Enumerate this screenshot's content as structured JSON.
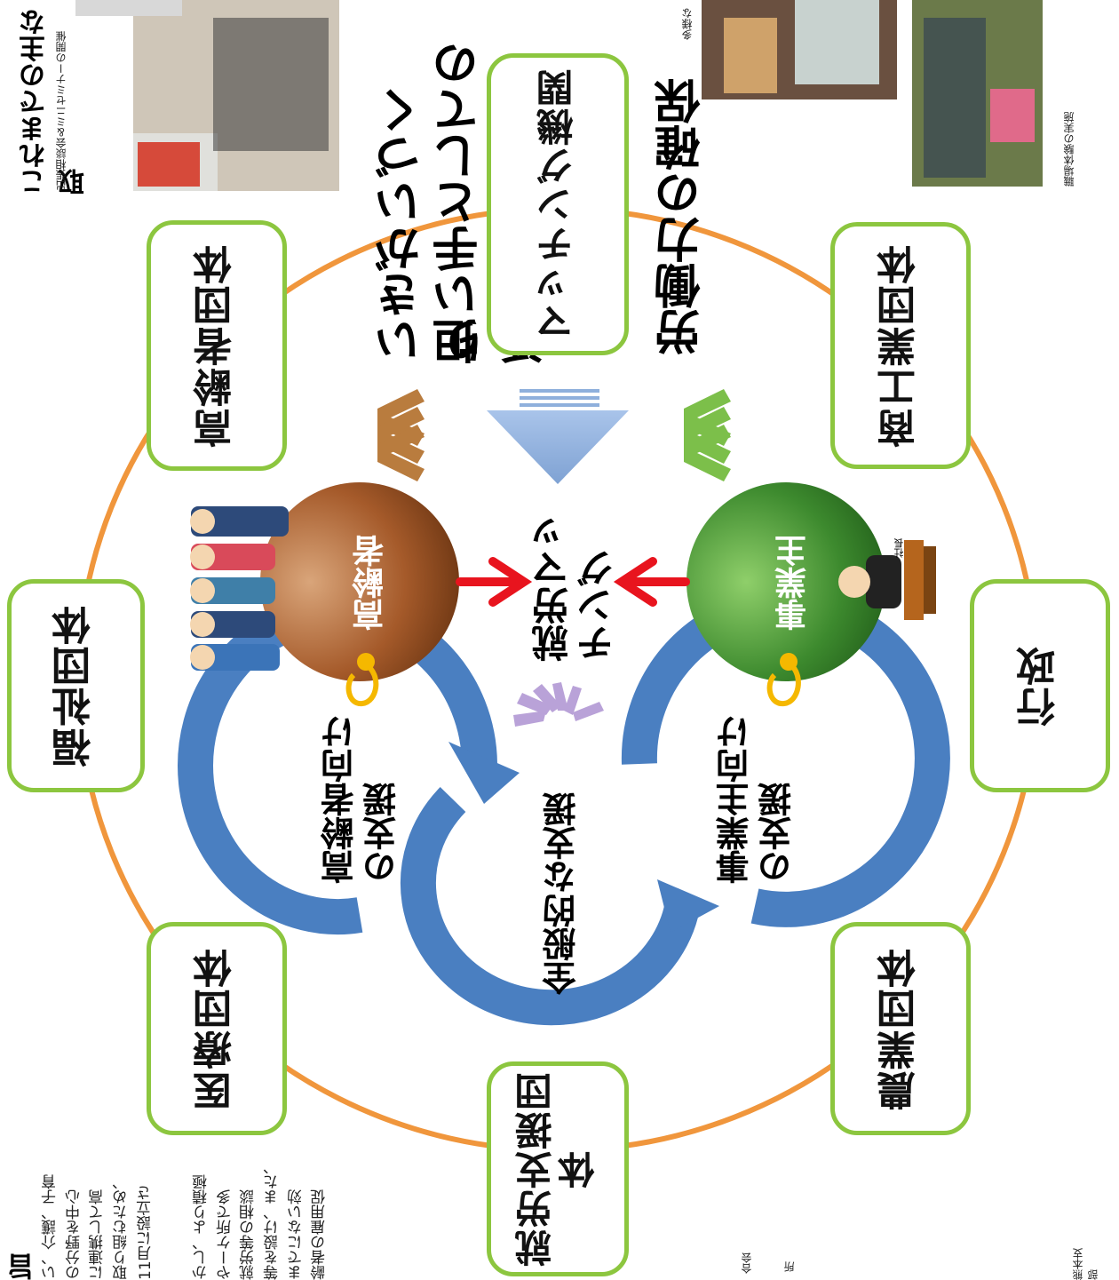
{
  "title_partial": "これまでの主な取",
  "captions": {
    "photo1": "出張相談会＆ミニセミナーの開催",
    "photo2": "多様な",
    "photo3": "職場体験の実施"
  },
  "headline": {
    "line1": "いきがいづくり",
    "line2": "担い手としての活躍",
    "line3": "労働力の確保"
  },
  "matching_agency": "マッチング機関",
  "organizations": {
    "elderly_group": "高齢者団体",
    "welfare_group": "福祉団体",
    "medical_group": "医療団体",
    "employment_support_group": "就労支援団体",
    "agriculture_group": "農業団体",
    "government": "行政",
    "commerce_industry_group": "商工業団体"
  },
  "center": {
    "elderly": "高齢者",
    "employer": "事業主",
    "matching": "就労マッチング",
    "president_label": "社長"
  },
  "support": {
    "for_elderly": "高齢者向けの支援",
    "for_employer": "事業主向けの支援",
    "general": "全般的な支援"
  },
  "body_text": {
    "heading_partial": "旨",
    "para1_lines": [
      "い、介護、子育",
      "の分野を中心",
      "に連携して高",
      "取り組むため、",
      "11月に設立さ"
    ],
    "para2_lines": [
      "かし、より積極",
      "やーケ所で多",
      "就労等の相談",
      "等を設け、また、",
      "までにない効",
      "齢者の雇用促"
    ],
    "footer1": "合会",
    "footer2": "所",
    "footer3": "熊本支部"
  },
  "colors": {
    "org_border": "#8cc63f",
    "ring": "#f0963c",
    "support_arrow": "#4a7fc1",
    "down_arrow": "#8fb0dc",
    "red_arrow": "#e8141e",
    "elderly_ball": "#8e4a22",
    "employer_ball": "#3d8a2e"
  }
}
